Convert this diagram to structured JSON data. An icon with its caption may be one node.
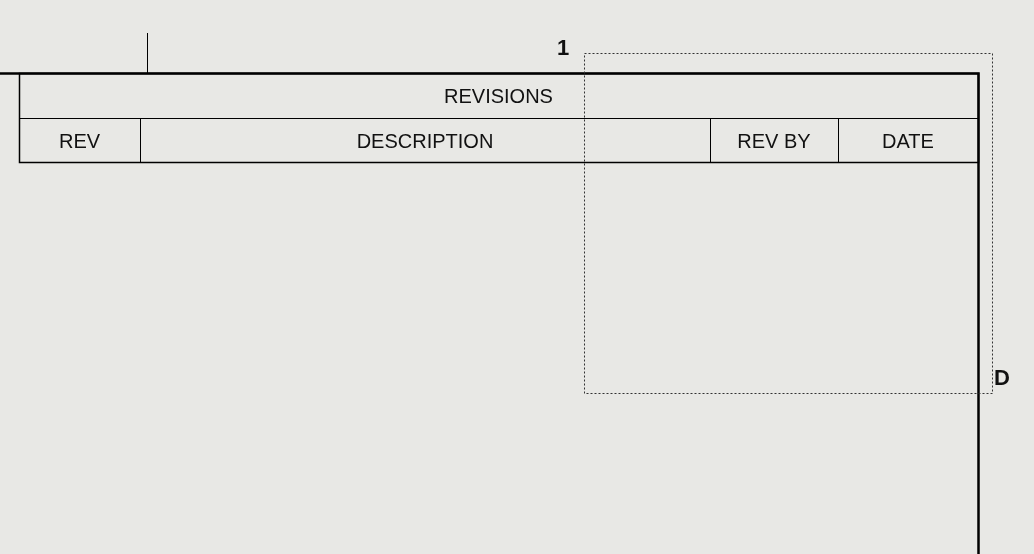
{
  "diagram": {
    "labels": [
      "1",
      "REVISIONS",
      "REV",
      "DESCRIPTION",
      "REV BY",
      "DATE",
      "D"
    ]
  }
}
